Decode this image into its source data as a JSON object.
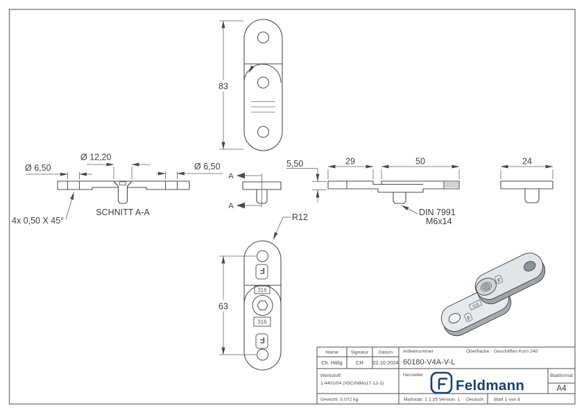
{
  "page": {
    "background": "#ffffff",
    "frame_color": "#777777",
    "line_color": "#4a4a4a",
    "accent_blue": "#1d3e6d"
  },
  "views": {
    "front": {
      "overall_length": "83"
    },
    "section": {
      "cut_title": "SCHNITT A-A",
      "dia_left": "Ø 6,50",
      "dia_countersink": "Ø 12,20",
      "dia_right": "Ø 6,50",
      "chamfer_note": "4x 0,50 X 45°"
    },
    "cut_side": {
      "letter": "A",
      "plate_thickness": "5,50"
    },
    "assembly_side": {
      "overlap_left": "29",
      "overlap_right": "50",
      "screw_line1": "DIN 7991",
      "screw_line2": "M6x14"
    },
    "plate_side": {
      "plate_width": "24"
    },
    "back": {
      "hole_spacing": "63",
      "corner_radius": "R12",
      "material_stamp": "316",
      "logo_stamp": "F"
    }
  },
  "title_block": {
    "name_label": "Name",
    "signature_label": "Signatur",
    "date_label": "Datum",
    "name_value": "Ch. Hölig",
    "signature_value": "CH",
    "date_value": "22.10.2024",
    "article_label": "Artikelnummer",
    "article_number": "60180-V4A-V-L",
    "surface_label": "Oberfläche:",
    "surface_value": "Geschliffen Korn 240",
    "material_label": "Werkstoff:",
    "material_value": "1.4401/04 (X5CrNiMo17-12-2)",
    "manufacturer_label": "Hersteller",
    "brand": "Feldmann",
    "weight": "Gewicht: 0.072 kg",
    "scale": "Maßstab: 1:1.25",
    "version": "Version: 1",
    "language": "Deutsch",
    "sheet": "Blatt 1 von 4",
    "format_label": "Blattformat",
    "format_value": "A4"
  }
}
